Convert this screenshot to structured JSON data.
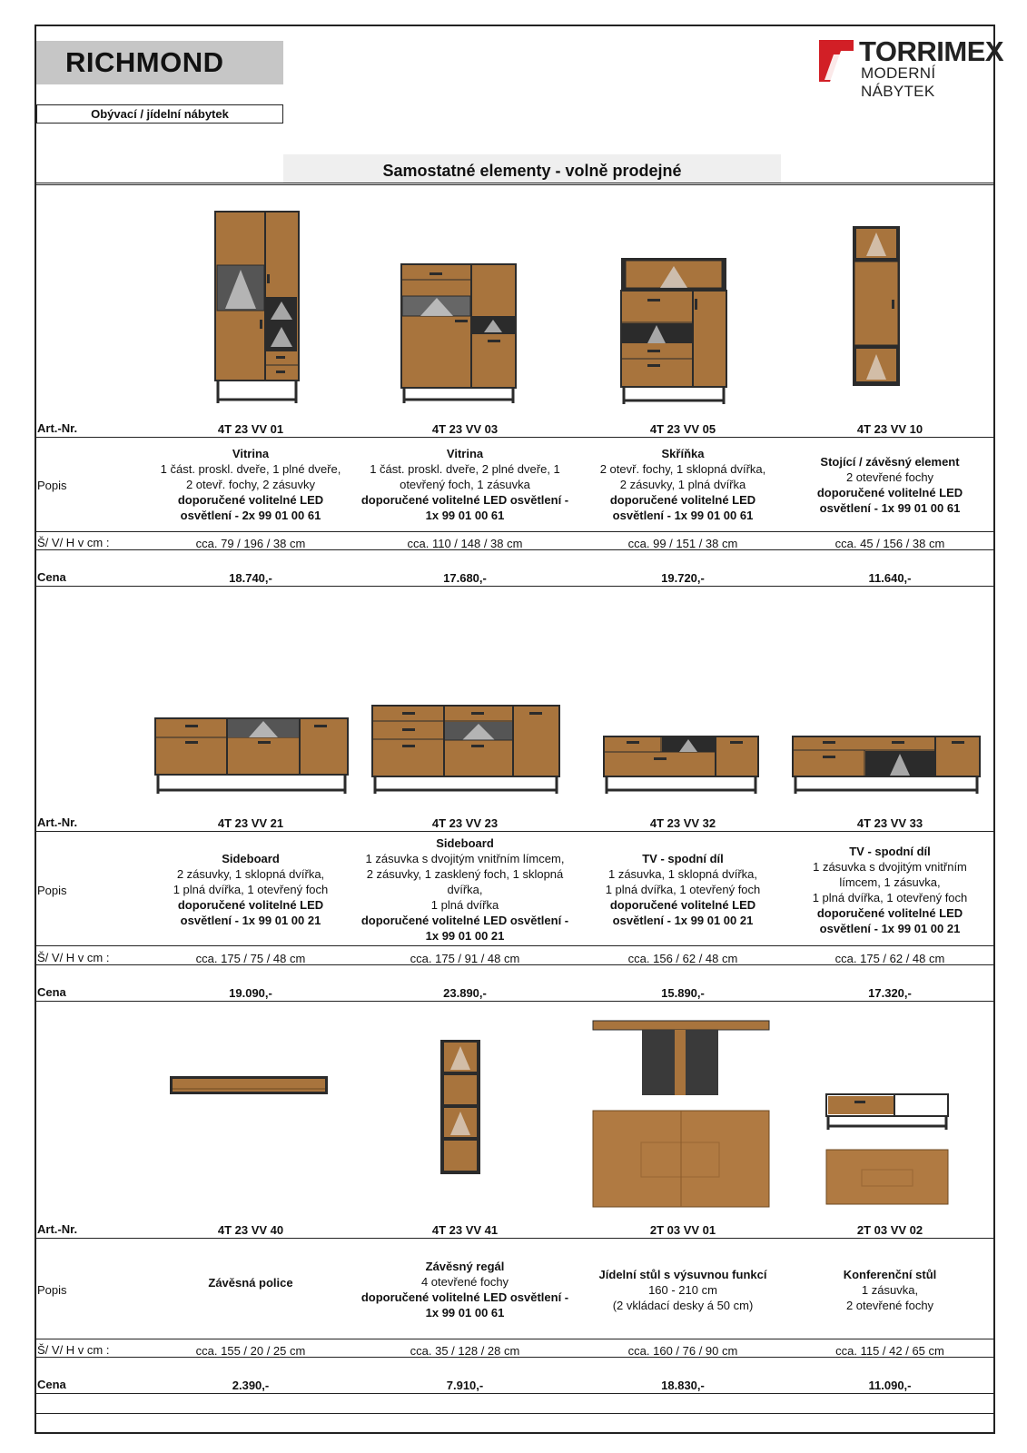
{
  "header": {
    "title": "RICHMOND",
    "category": "Obývací / jídelní nábytek",
    "logo_word": "TORRIMEX",
    "logo_tagline": "MODERNÍ NÁBYTEK"
  },
  "section_title": "Samostatné elementy - volně prodejné",
  "labels": {
    "art": "Art.-Nr.",
    "desc": "Popis",
    "dims": "Š/ V/ H v cm :",
    "price": "Cena"
  },
  "colors": {
    "oak": "#a8743d",
    "frame": "#2b2b2b",
    "header_gray": "#c6c6c6",
    "logo_red": "#d21f26"
  },
  "groups": [
    {
      "items": [
        {
          "art": "4T 23 VV 01",
          "dims": "cca. 79 / 196 / 38 cm",
          "price": "18.740,-",
          "desc": [
            {
              "t": "Vitrina",
              "b": true
            },
            {
              "t": "1 část. proskl. dveře, 1 plné dveře,",
              "b": false
            },
            {
              "t": "2 otevř. fochy, 2 zásuvky",
              "b": false
            },
            {
              "t": "doporučené volitelné LED",
              "b": true
            },
            {
              "t": "osvětlení - 2x 99 01 00 61",
              "b": true
            }
          ]
        },
        {
          "art": "4T 23 VV 03",
          "dims": "cca. 110 / 148 / 38 cm",
          "price": "17.680,-",
          "desc": [
            {
              "t": "Vitrina",
              "b": true
            },
            {
              "t": "1 část. proskl. dveře, 2 plné dveře, 1",
              "b": false
            },
            {
              "t": "otevřený foch, 1 zásuvka",
              "b": false
            },
            {
              "t": "doporučené volitelné LED osvětlení -",
              "b": true
            },
            {
              "t": "1x 99 01 00 61",
              "b": true
            }
          ]
        },
        {
          "art": "4T 23 VV 05",
          "dims": "cca. 99 / 151 / 38 cm",
          "price": "19.720,-",
          "desc": [
            {
              "t": "Skříňka",
              "b": true
            },
            {
              "t": "2 otevř. fochy, 1 sklopná dvířka,",
              "b": false
            },
            {
              "t": "2 zásuvky, 1 plná dvířka",
              "b": false
            },
            {
              "t": "doporučené volitelné LED",
              "b": true
            },
            {
              "t": "osvětlení - 1x 99 01 00 61",
              "b": true
            }
          ]
        },
        {
          "art": "4T 23 VV 10",
          "dims": "cca. 45 / 156 / 38 cm",
          "price": "11.640,-",
          "desc": [
            {
              "t": "Stojící / závěsný element",
              "b": true
            },
            {
              "t": "2 otevřené fochy",
              "b": false
            },
            {
              "t": "doporučené volitelné LED",
              "b": true
            },
            {
              "t": "osvětlení - 1x 99 01 00 61",
              "b": true
            }
          ]
        }
      ]
    },
    {
      "items": [
        {
          "art": "4T 23 VV 21",
          "dims": "cca. 175 / 75 / 48 cm",
          "price": "19.090,-",
          "desc": [
            {
              "t": "Sideboard",
              "b": true
            },
            {
              "t": "2 zásuvky, 1 sklopná dvířka,",
              "b": false
            },
            {
              "t": "1 plná dvířka, 1 otevřený foch",
              "b": false
            },
            {
              "t": "doporučené volitelné LED",
              "b": true
            },
            {
              "t": "osvětlení - 1x 99 01 00 21",
              "b": true
            }
          ]
        },
        {
          "art": "4T 23 VV 23",
          "dims": "cca. 175 / 91 / 48 cm",
          "price": "23.890,-",
          "desc": [
            {
              "t": "Sideboard",
              "b": true
            },
            {
              "t": "1 zásuvka s dvojitým vnitřním límcem,",
              "b": false
            },
            {
              "t": "2 zásuvky, 1 zasklený foch, 1 sklopná",
              "b": false
            },
            {
              "t": "dvířka,",
              "b": false
            },
            {
              "t": "1 plná dvířka",
              "b": false
            },
            {
              "t": "doporučené volitelné LED osvětlení -",
              "b": true
            },
            {
              "t": "1x 99 01 00 21",
              "b": true
            }
          ]
        },
        {
          "art": "4T 23 VV 32",
          "dims": "cca. 156 / 62 / 48 cm",
          "price": "15.890,-",
          "desc": [
            {
              "t": "TV - spodní díl",
              "b": true
            },
            {
              "t": "1 zásuvka, 1 sklopná dvířka,",
              "b": false
            },
            {
              "t": "1 plná dvířka, 1 otevřený foch",
              "b": false
            },
            {
              "t": "doporučené volitelné LED",
              "b": true
            },
            {
              "t": "osvětlení - 1x 99 01 00 21",
              "b": true
            }
          ]
        },
        {
          "art": "4T 23 VV 33",
          "dims": "cca. 175 / 62 / 48 cm",
          "price": "17.320,-",
          "desc": [
            {
              "t": "TV - spodní díl",
              "b": true
            },
            {
              "t": "1 zásuvka s dvojitým vnitřním",
              "b": false
            },
            {
              "t": "límcem, 1 zásuvka,",
              "b": false
            },
            {
              "t": "1 plná dvířka, 1 otevřený foch",
              "b": false
            },
            {
              "t": "doporučené volitelné LED",
              "b": true
            },
            {
              "t": "osvětlení - 1x 99 01 00 21",
              "b": true
            }
          ]
        }
      ]
    },
    {
      "items": [
        {
          "art": "4T 23 VV 40",
          "dims": "cca. 155 / 20 / 25 cm",
          "price": "2.390,-",
          "desc": [
            {
              "t": "Závěsná police",
              "b": true
            }
          ]
        },
        {
          "art": "4T 23 VV 41",
          "dims": "cca. 35 / 128 / 28 cm",
          "price": "7.910,-",
          "desc": [
            {
              "t": "Závěsný regál",
              "b": true
            },
            {
              "t": "4 otevřené fochy",
              "b": false
            },
            {
              "t": "doporučené volitelné LED osvětlení -",
              "b": true
            },
            {
              "t": "1x 99 01 00 61",
              "b": true
            }
          ]
        },
        {
          "art": "2T 03 VV 01",
          "dims": "cca. 160 / 76 / 90 cm",
          "price": "18.830,-",
          "desc": [
            {
              "t": "Jídelní stůl s výsuvnou funkcí",
              "b": true
            },
            {
              "t": "160 - 210 cm",
              "b": false
            },
            {
              "t": "(2 vkládací desky á 50 cm)",
              "b": false
            }
          ]
        },
        {
          "art": "2T 03 VV 02",
          "dims": "cca. 115 / 42 / 65 cm",
          "price": "11.090,-",
          "desc": [
            {
              "t": "Konferenční stůl",
              "b": true
            },
            {
              "t": "1 zásuvka,",
              "b": false
            },
            {
              "t": "2 otevřené fochy",
              "b": false
            }
          ]
        }
      ]
    }
  ]
}
